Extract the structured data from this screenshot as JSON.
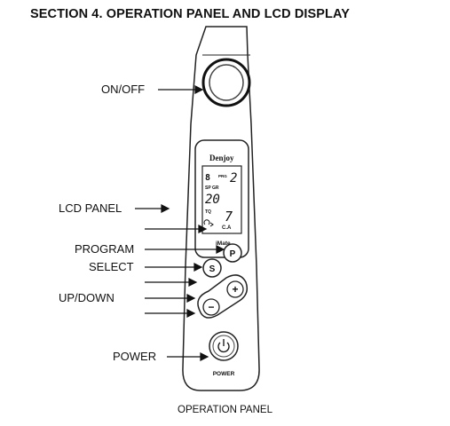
{
  "page": {
    "title": "SECTION 4. OPERATION PANEL AND LCD DISPLAY",
    "caption": "OPERATION PANEL"
  },
  "labels": {
    "on_off": "ON/OFF",
    "lcd_panel": "LCD PANEL",
    "program": "PROGRAM",
    "select": "SELECT",
    "up_down": "UP/DOWN",
    "power": "POWER"
  },
  "device": {
    "brand": "Denjoy",
    "model": "iMate",
    "program_button": "P",
    "select_button": "S",
    "up_button": "+",
    "down_button": "−",
    "power_label": "POWER",
    "lcd": {
      "program_indicator": "PRG",
      "program_number": "2",
      "top_left_digit": "8",
      "sp_gr_label": "SP GR",
      "speed_value": "20",
      "torque_label": "TQ",
      "torque_value": "7",
      "mode_label": "C.A",
      "direction_icon": "rotation-arrows-icon"
    }
  }
}
